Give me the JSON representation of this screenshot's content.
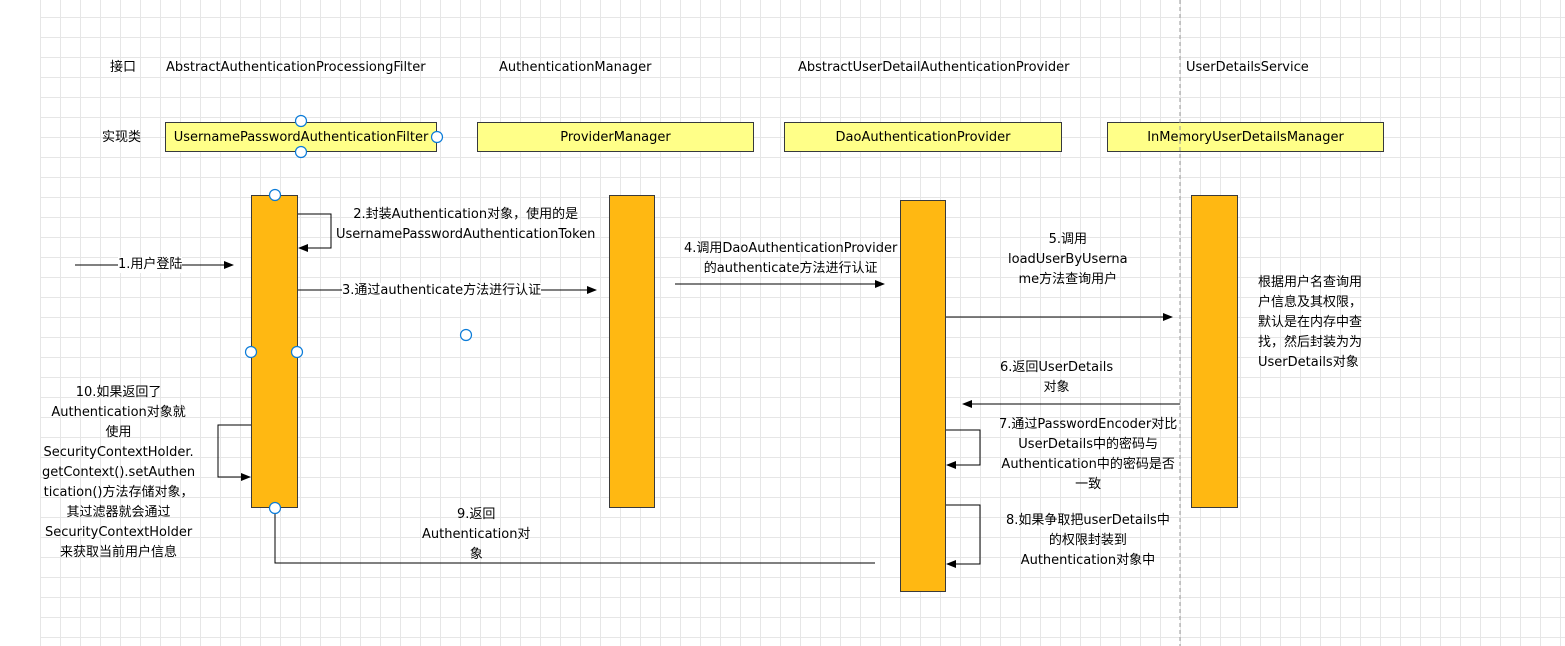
{
  "rows": {
    "interface_label": "接口",
    "impl_label": "实现类"
  },
  "interfaces": [
    "AbstractAuthenticationProcessiongFilter",
    "AuthenticationManager",
    "AbstractUserDetailAuthenticationProvider",
    "UserDetailsService"
  ],
  "implementations": [
    "UsernamePasswordAuthenticationFilter",
    "ProviderManager",
    "DaoAuthenticationProvider",
    "InMemoryUserDetailsManager"
  ],
  "messages": {
    "m1": "1.用户登陆",
    "m2": "2.封装Authentication对象，使用的是\nUsernamePasswordAuthenticationToken",
    "m3": "3.通过authenticate方法进行认证",
    "m4": "4.调用DaoAuthenticationProvider\n的authenticate方法进行认证",
    "m5": "5.调用\nloadUserByUserna\nme方法查询用户",
    "m6": "6.返回UserDetails\n对象",
    "m7": "7.通过PasswordEncoder对比\nUserDetails中的密码与\nAuthentication中的密码是否\n一致",
    "m8": "8.如果争取把userDetails中\n的权限封装到\nAuthentication对象中",
    "m9": "9.返回\nAuthentication对\n象",
    "m10": "10.如果返回了\nAuthentication对象就\n使用\nSecurityContextHolder.\ngetContext().setAuthen\ntication()方法存储对象，\n其过滤器就会通过\nSecurityContextHolder\n来获取当前用户信息"
  },
  "side_note": "根据用户名查询用\n户信息及其权限，\n默认是在内存中查\n找，然后封装为为\nUserDetails对象",
  "colors": {
    "class_fill": "#ffff88",
    "activation_fill": "#ffb812",
    "grid": "#e6e6e6",
    "handle": "#0a7bd8"
  }
}
